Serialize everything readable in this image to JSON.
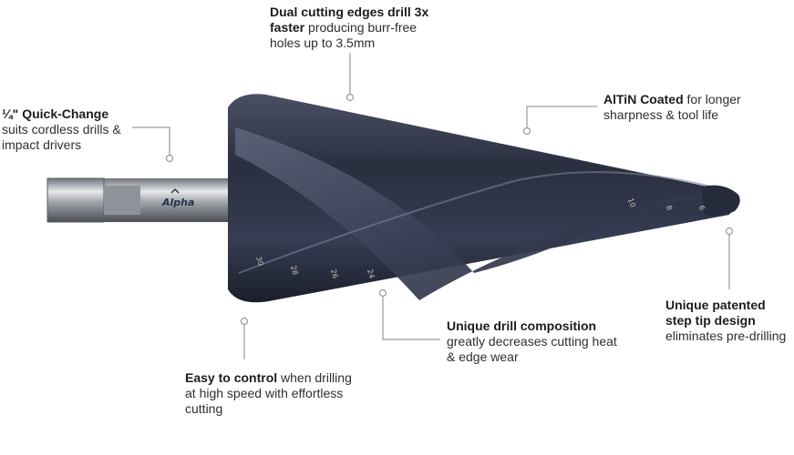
{
  "callouts": {
    "hex_shank": {
      "bold": "¼\" Quick-Change",
      "rest": "suits cordless drills & impact drivers"
    },
    "dual_edges": {
      "bold": "Dual cutting edges drill 3x faster",
      "rest": " producing burr-free holes up to 3.5mm"
    },
    "altin": {
      "bold": "AlTiN Coated",
      "rest": " for longer sharpness & tool life"
    },
    "step_tip": {
      "bold": "Unique patented step tip design",
      "rest": " eliminates pre-drilling"
    },
    "composition": {
      "bold": "Unique drill composition",
      "rest": "greatly decreases cutting heat & edge wear"
    },
    "control": {
      "bold": "Easy to control",
      "rest": " when drilling at high speed with effortless cutting"
    }
  },
  "product": {
    "brand": "Alpha",
    "step_markings": [
      "30",
      "28",
      "26",
      "24",
      "10",
      "8",
      "6"
    ]
  },
  "colors": {
    "leader_line": "#9a9a9a",
    "bit_body": "#2d3346",
    "shank": "#a9adb3"
  }
}
